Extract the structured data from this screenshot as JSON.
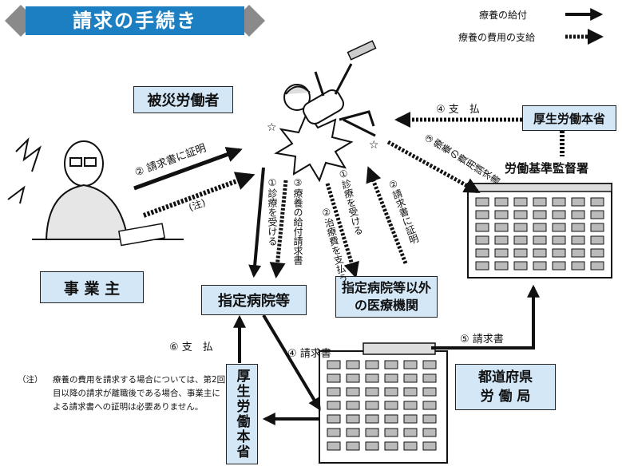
{
  "title": "請求の手続き",
  "legend": {
    "benefit": "療養の給付",
    "expense": "療養の費用の支給"
  },
  "nodes": {
    "injured_worker": "被災労働者",
    "employer": "事 業 主",
    "designated_hospital": "指定病院等",
    "other_medical": "指定病院等以外\nの医療機関",
    "mhlw_top": "厚生労働本省",
    "mhlw_left": "厚生労働本省",
    "labor_office": "労働基準監督署",
    "prefectural_bureau": "都道府県\n労 働 局"
  },
  "labels": {
    "employer_cert": "② 請求書に証明",
    "employer_note": "(注)",
    "receive_treatment_1": "①診療を受ける",
    "benefit_request": "③療養の給付請求書",
    "receive_treatment_2": "①診療を受ける",
    "pay_treatment": "②治療費を支払う",
    "request_cert": "②請求書に証明",
    "expense_request": "③療養の費用請求書",
    "payment_top": "④ 支　払",
    "bill_hospital": "④ 請求書",
    "bill_bureau": "⑤ 請求書",
    "payment_left": "⑥ 支　払"
  },
  "note": {
    "mark": "（注）",
    "text": "療養の費用を請求する場合については、第2回目以降の請求が離職後である場合、事業主による請求書への証明は必要ありません。"
  },
  "colors": {
    "title_bg": "#1b7fc2",
    "box_bg": "#d3e7f7",
    "diamond": "#8a8a8a"
  }
}
